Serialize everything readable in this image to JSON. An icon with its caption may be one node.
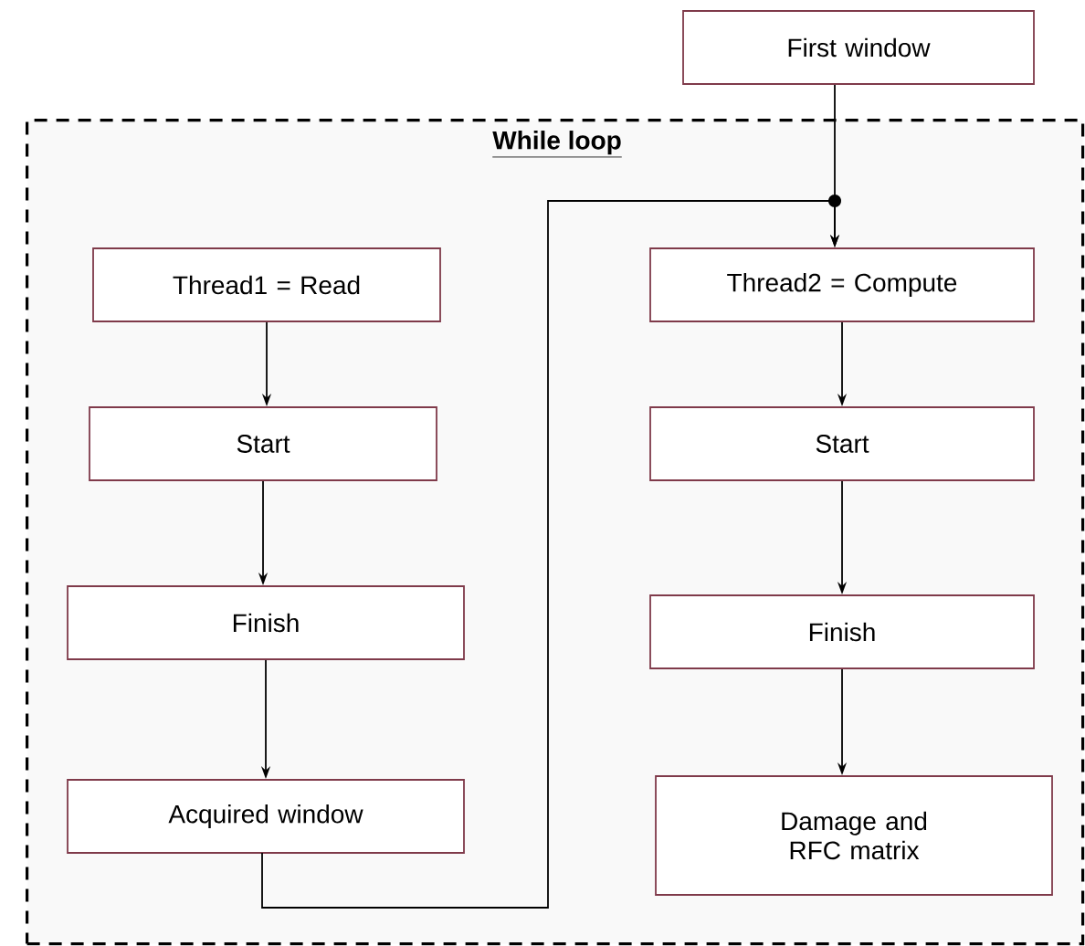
{
  "diagram": {
    "nodes": [
      {
        "text": [
          "First window"
        ]
      },
      {
        "text": [
          "While loop"
        ]
      },
      {
        "text": [
          "Thread1 = Read"
        ],
        "in": 1
      },
      {
        "text": [
          "Start"
        ],
        "in": 1
      },
      {
        "text": [
          "Finish"
        ],
        "in": 1
      },
      {
        "text": [
          "Acquired window"
        ],
        "in": 1
      },
      {
        "text": [
          "Thread2 = Compute"
        ],
        "in": 1
      },
      {
        "text": [
          "Start"
        ],
        "in": 1
      },
      {
        "text": [
          "Finish"
        ],
        "in": 1
      },
      {
        "text": [
          "Damage and RFC matrix"
        ],
        "in": 1
      }
    ],
    "edges": [
      {
        "from": 0,
        "to": 6,
        "arrow": "to"
      },
      {
        "from": 2,
        "to": 3,
        "arrow": "to"
      },
      {
        "from": 3,
        "to": 4,
        "arrow": "to"
      },
      {
        "from": 4,
        "to": 5,
        "arrow": "to"
      },
      {
        "from": 5,
        "to": 6,
        "arrow": "to"
      },
      {
        "from": 6,
        "to": 7,
        "arrow": "to"
      },
      {
        "from": 7,
        "to": 8,
        "arrow": "to"
      },
      {
        "from": 8,
        "to": 9,
        "arrow": "to"
      }
    ]
  }
}
